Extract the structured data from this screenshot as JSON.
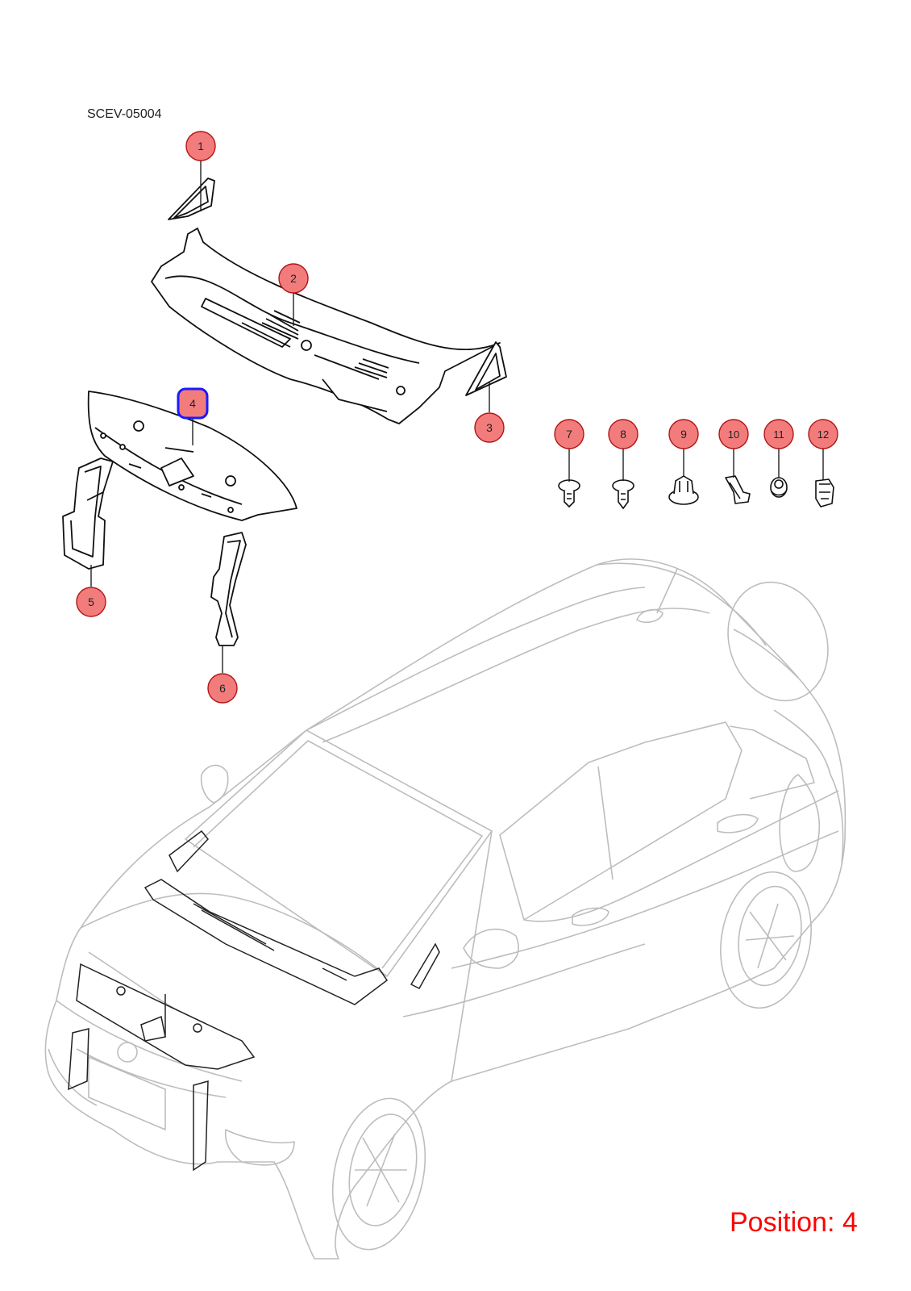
{
  "diagram_code": "SCEV-05004",
  "position_label": "Position: 4",
  "selected_callout": "4",
  "colors": {
    "callout_fill": "#f27c7c",
    "callout_stroke": "#b31515",
    "selected_stroke": "#1a1aff",
    "position_text": "#ff0000",
    "part_line": "#000000",
    "car_line": "#bdbdbd"
  },
  "callouts": [
    {
      "id": "1",
      "part": "a-pillar-trim-left"
    },
    {
      "id": "2",
      "part": "cowl-top-panel"
    },
    {
      "id": "3",
      "part": "a-pillar-trim-right"
    },
    {
      "id": "4",
      "part": "radiator-upper-cover"
    },
    {
      "id": "5",
      "part": "radiator-side-bracket-left"
    },
    {
      "id": "6",
      "part": "radiator-side-bracket-right"
    },
    {
      "id": "7",
      "part": "push-clip"
    },
    {
      "id": "8",
      "part": "push-clip"
    },
    {
      "id": "9",
      "part": "grommet"
    },
    {
      "id": "10",
      "part": "retainer-clip"
    },
    {
      "id": "11",
      "part": "nut"
    },
    {
      "id": "12",
      "part": "spring-clip"
    }
  ]
}
